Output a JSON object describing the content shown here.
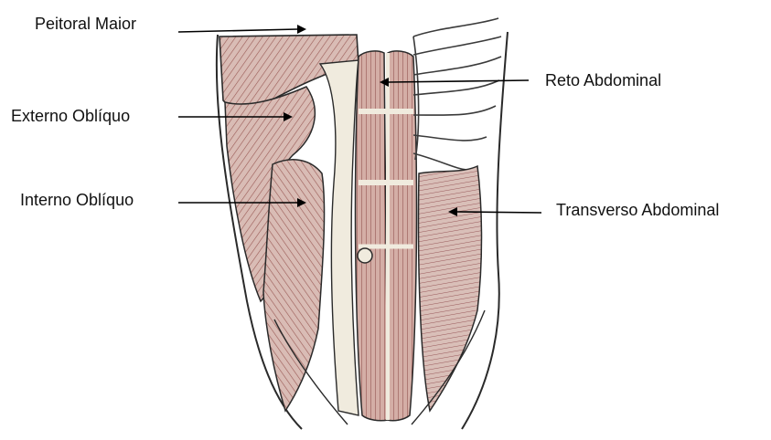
{
  "labels": {
    "peitoral_maior": "Peitoral Maior",
    "externo_obliquo": "Externo Oblíquo",
    "interno_obliquo": "Interno Oblíquo",
    "reto_abdominal": "Reto Abdominal",
    "transverso_abdominal": "Transverso Abdominal"
  },
  "colors": {
    "muscle": "#d8b8b2",
    "muscle_dark": "#8a4a48",
    "tendon": "#f0ebde",
    "outline": "#2a2a2a",
    "leader_line": "#000000"
  }
}
